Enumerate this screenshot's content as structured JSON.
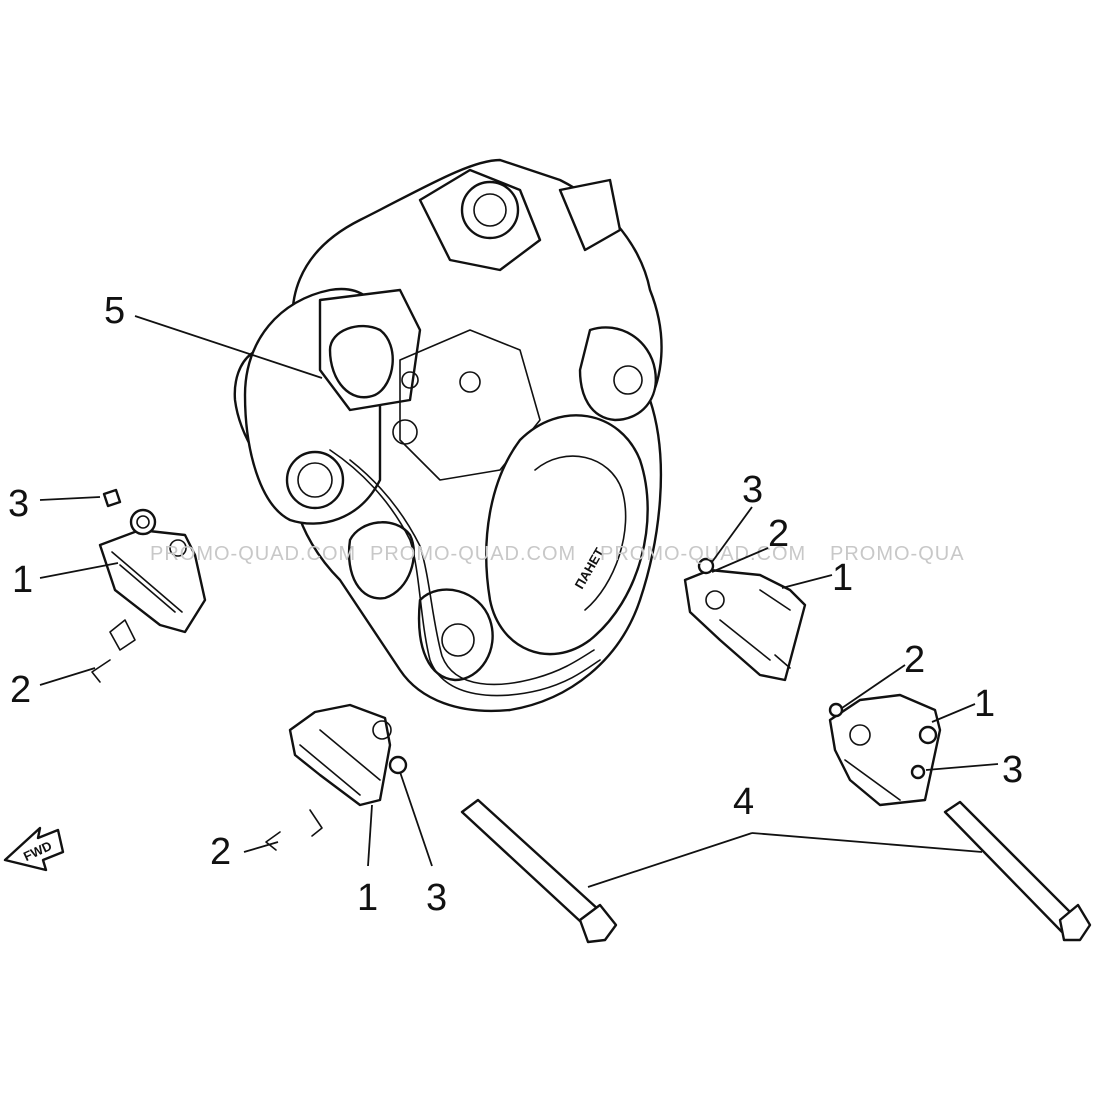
{
  "watermarks": [
    "PROMO-QUAD.COM",
    "PROMO-QUAD.COM",
    "PROMO-QUAD.COM",
    "PROMO-QUA"
  ],
  "engine_brand": "ПАНЕТ",
  "direction_label": "FWD",
  "callouts": {
    "c1": "5",
    "c2": "3",
    "c3": "1",
    "c4": "2",
    "c5": "3",
    "c6": "2",
    "c7": "1",
    "c8": "2",
    "c9": "1",
    "c10": "3",
    "c11": "4",
    "c12": "2",
    "c13": "1",
    "c14": "3"
  }
}
